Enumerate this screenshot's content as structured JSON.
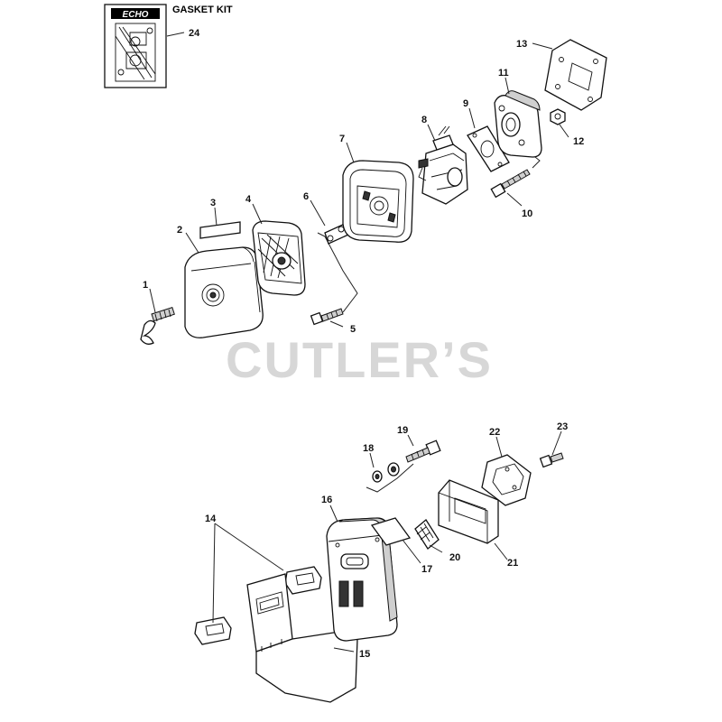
{
  "kit": {
    "brand": "ECHO",
    "title": "GASKET KIT",
    "number": "24"
  },
  "watermark": "CUTLER’S",
  "callouts": [
    "1",
    "2",
    "3",
    "4",
    "5",
    "6",
    "7",
    "8",
    "9",
    "10",
    "11",
    "12",
    "13",
    "14",
    "15",
    "16",
    "17",
    "18",
    "19",
    "20",
    "21",
    "22",
    "23"
  ]
}
